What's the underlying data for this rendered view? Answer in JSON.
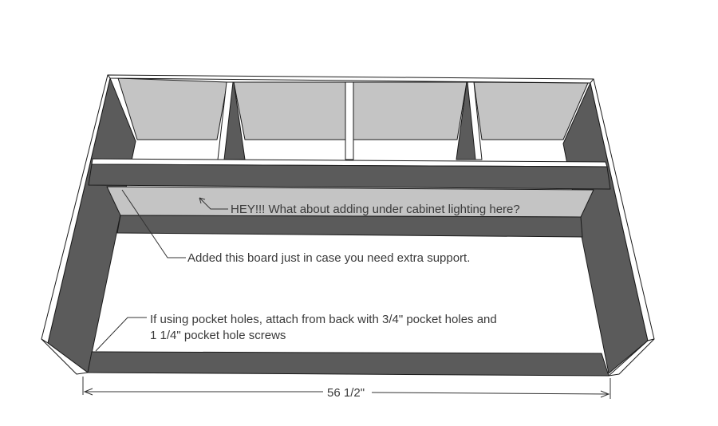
{
  "annotations": {
    "lighting_note": "HEY!!!  What about adding under cabinet lighting here?",
    "support_note": "Added this board just in case you need extra support.",
    "pocket_note_line1": "If using pocket holes, attach from back with 3/4\" pocket holes and",
    "pocket_note_line2": "1 1/4\" pocket hole screws"
  },
  "dimensions": {
    "width_label": "56 1/2\""
  },
  "colors": {
    "panel_dark": "#5b5b5b",
    "panel_light": "#c4c4c4",
    "edge_white": "#ffffff",
    "outline": "#1a1a1a"
  }
}
